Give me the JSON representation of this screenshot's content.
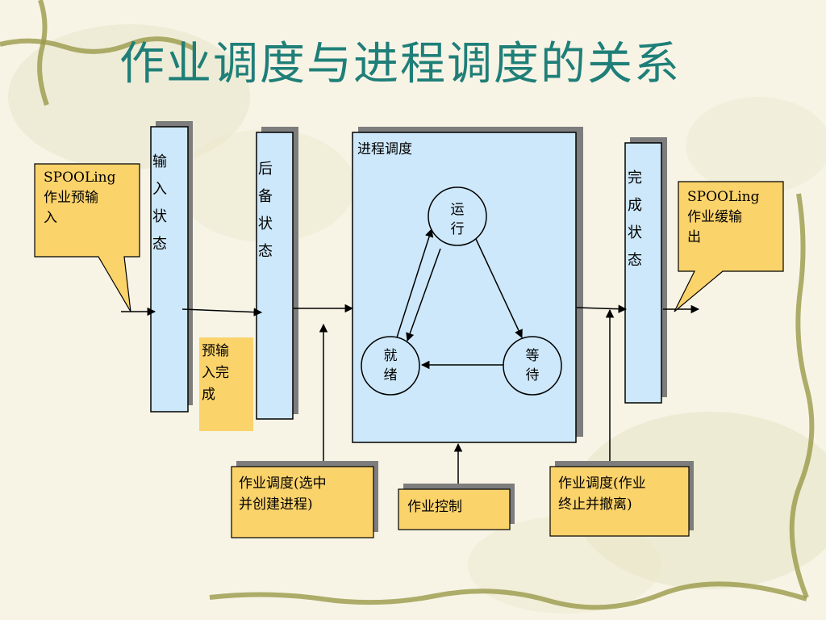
{
  "title": "作业调度与进程调度的关系",
  "columns": {
    "input_state": "输\n入\n状\n态",
    "backup_state": "后\n备\n状\n态",
    "done_state": "完\n成\n状\n态"
  },
  "process_box_label": "进程调度",
  "states": {
    "running": "运\n行",
    "ready": "就\n绪",
    "waiting": "等\n待"
  },
  "callouts": {
    "spooling_in": "SPOOLing\n作业预输\n入",
    "spooling_out": "SPOOLing\n作业缓输\n出",
    "preinput_done": "预输\n入完\n成",
    "job_sched_select": "作业调度(选中\n并创建进程)",
    "job_control": "作业控制",
    "job_sched_end": "作业调度(作业\n终止并撤离)"
  },
  "colors": {
    "title": "#1f7f78",
    "column_fill": "#cde8fa",
    "callout_fill": "#fbd36b",
    "shadow": "#8a8a8a"
  }
}
